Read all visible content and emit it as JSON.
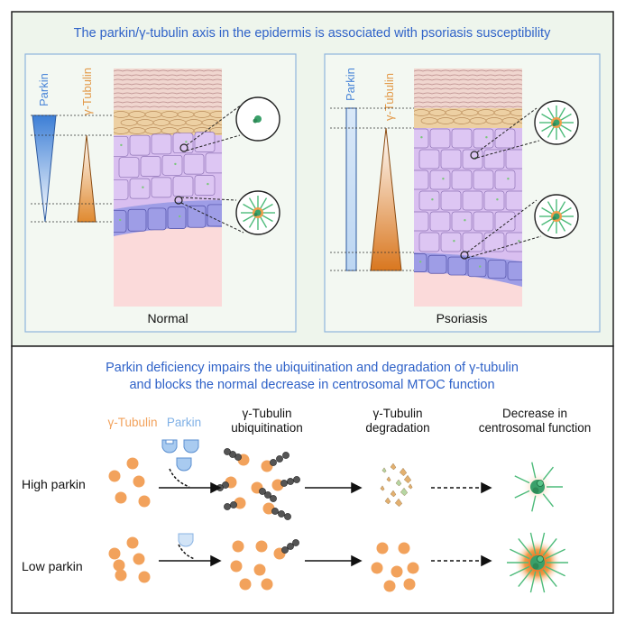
{
  "top": {
    "title": "The parkin/γ-tubulin axis in the epidermis is associated with psoriasis susceptibility",
    "normal": {
      "parkin_label": "Parkin",
      "tubulin_label": "γ-Tubulin",
      "caption": "Normal"
    },
    "psoriasis": {
      "parkin_label": "Parkin",
      "tubulin_label": "γ-Tubulin",
      "caption": "Psoriasis"
    }
  },
  "bottom": {
    "title_line1": "Parkin deficiency impairs the ubiquitination and degradation of γ-tubulin",
    "title_line2": "and blocks the normal decrease in centrosomal MTOC function",
    "legend_tubulin": "γ-Tubulin",
    "legend_parkin": "Parkin",
    "headers": {
      "ubiquitination_line1": "γ-Tubulin",
      "ubiquitination_line2": "ubiquitination",
      "degradation_line1": "γ-Tubulin",
      "degradation_line2": "degradation",
      "decrease_line1": "Decrease in",
      "decrease_line2": "centrosomal function"
    },
    "rows": {
      "high": "High parkin",
      "low": "Low parkin"
    }
  },
  "colors": {
    "border": "#222222",
    "panel_bg": "#f3f8f2",
    "title_blue": "#2f62c8",
    "tubulin_orange": "#f2a25c",
    "parkin_blue": "#8cb7e6",
    "basal": "#9f9ee6",
    "spinous": "#d8bdf0",
    "granular": "#edd0a3",
    "corneum": "#e9c9c0",
    "dermis": "#fbdada",
    "green": "#4dbb7a"
  }
}
